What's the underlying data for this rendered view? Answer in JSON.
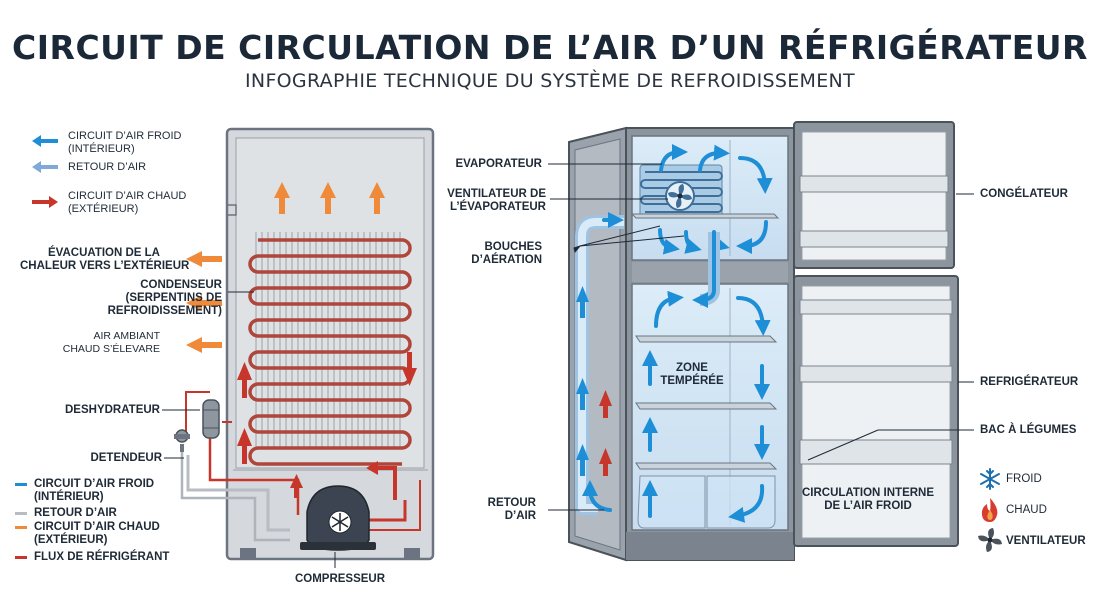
{
  "title": "CIRCUIT DE CIRCULATION DE L’AIR D’UN RÉFRIGÉRATEUR",
  "subtitle": "INFOGRAPHIE TECHNIQUE DU SYSTÈME DE REFROIDISSEMENT",
  "top_legend": {
    "cold_line1": "CIRCUIT D’AIR FROID",
    "cold_line2": "(INTÉRIEUR)",
    "return": "RETOUR D’AIR",
    "hot_line1": "CIRCUIT D’AIR CHAUD",
    "hot_line2": "(EXTÉRIEUR)"
  },
  "left_labels": {
    "heat_line1": "ÉVACUATION DE LA",
    "heat_line2": "CHALEUR VERS L’EXTÉRIEUR",
    "condenser_line1": "CONDENSEUR",
    "condenser_line2": "(SERPENTINS DE",
    "condenser_line3": "REFROIDISSEMENT)",
    "ambient_line1": "AIR AMBIANT",
    "ambient_line2": "CHAUD S’ÉLEVARE",
    "dehydrator": "DESHYDRATEUR",
    "expander": "DETENDEUR",
    "compressor": "COMPRESSEUR"
  },
  "bottom_legend": {
    "cold_line1": "CIRCUIT D’AIR FROID",
    "cold_line2": "(INTÉRIEUR)",
    "return": "RETOUR D’AIR",
    "hot_line1": "CIRCUIT D’AIR CHAUD",
    "hot_line2": "(EXTÉRIEUR)",
    "refrigerant": "FLUX DE RÉFRIGÉRANT"
  },
  "right_labels": {
    "evaporator": "EVAPORATEUR",
    "fan_line1": "VENTILATEUR DE",
    "fan_line2": "L’ÉVAPORATEUR",
    "vents_line1": "BOUCHES",
    "vents_line2": "D’AÉRATION",
    "return_line1": "RETOUR",
    "return_line2": "D’AIR",
    "tempered_line1": "ZONE",
    "tempered_line2": "TEMPÉRÉE",
    "internal_line1": "CIRCULATION INTERNE",
    "internal_line2": "DE L’AIR FROID",
    "freezer": "CONGÉLATEUR",
    "fridge": "REFRIGÉRATEUR",
    "crisper": "BAC À LÉGUMES"
  },
  "icon_legend": {
    "cold": "FROID",
    "hot": "CHAUD",
    "fan": "VENTILATEUR"
  },
  "colors": {
    "cold_blue": "#1e8fd6",
    "return_blue": "#7fa9d8",
    "hot_orange": "#ef8a3a",
    "refrigerant_red": "#c7362b",
    "coil": "#b0453b",
    "panel": "#d3d6da",
    "steel": "#6b7480"
  }
}
